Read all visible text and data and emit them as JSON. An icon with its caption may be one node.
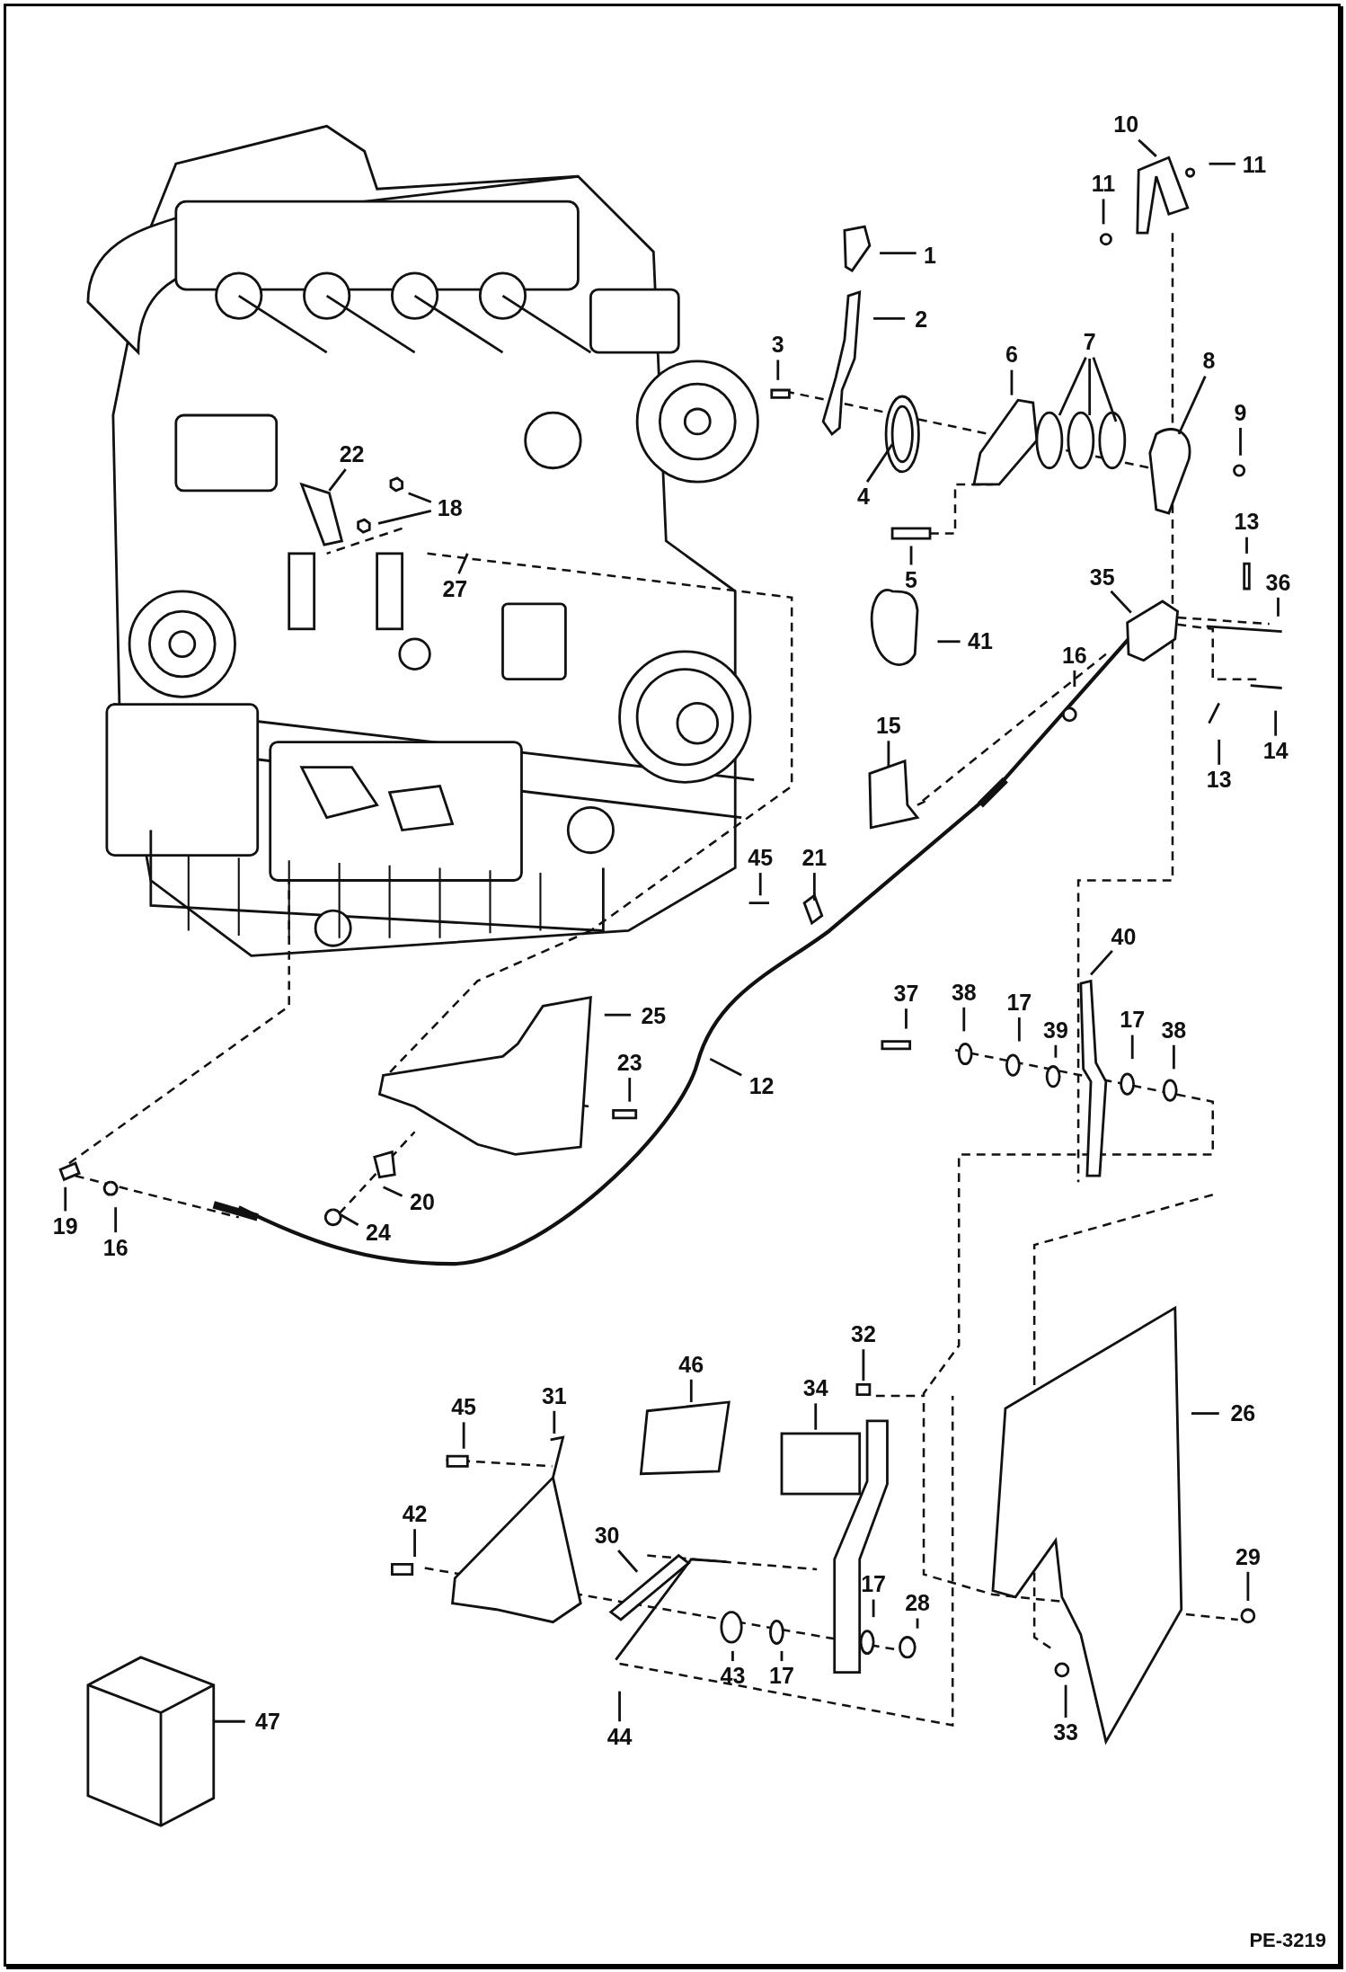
{
  "diagram": {
    "nodes": [
      {
        "text": [
          "10"
        ]
      },
      {
        "text": [
          "11"
        ]
      },
      {
        "text": [
          "1"
        ]
      },
      {
        "text": [
          "11"
        ]
      },
      {
        "text": [
          "2"
        ]
      },
      {
        "text": [
          "3"
        ]
      },
      {
        "text": [
          "7"
        ]
      },
      {
        "text": [
          "6"
        ]
      },
      {
        "text": [
          "8"
        ]
      },
      {
        "text": [
          "9"
        ]
      },
      {
        "text": [
          "22"
        ]
      },
      {
        "text": [
          "4"
        ]
      },
      {
        "text": [
          "18"
        ]
      },
      {
        "text": [
          "13"
        ]
      },
      {
        "text": [
          "5"
        ]
      },
      {
        "text": [
          "27"
        ]
      },
      {
        "text": [
          "35"
        ]
      },
      {
        "text": [
          "36"
        ]
      },
      {
        "text": [
          "41"
        ]
      },
      {
        "text": [
          "16"
        ]
      },
      {
        "text": [
          "15"
        ]
      },
      {
        "text": [
          "14"
        ]
      },
      {
        "text": [
          "13"
        ]
      },
      {
        "text": [
          "45"
        ]
      },
      {
        "text": [
          "21"
        ]
      },
      {
        "text": [
          "40"
        ]
      },
      {
        "text": [
          "37"
        ]
      },
      {
        "text": [
          "38"
        ]
      },
      {
        "text": [
          "17"
        ]
      },
      {
        "text": [
          "25"
        ]
      },
      {
        "text": [
          "39"
        ]
      },
      {
        "text": [
          "17"
        ]
      },
      {
        "text": [
          "38"
        ]
      },
      {
        "text": [
          "23"
        ]
      },
      {
        "text": [
          "12"
        ]
      },
      {
        "text": [
          "20"
        ]
      },
      {
        "text": [
          "19"
        ]
      },
      {
        "text": [
          "24"
        ]
      },
      {
        "text": [
          "16"
        ]
      },
      {
        "text": [
          "32"
        ]
      },
      {
        "text": [
          "46"
        ]
      },
      {
        "text": [
          "34"
        ]
      },
      {
        "text": [
          "31"
        ]
      },
      {
        "text": [
          "45"
        ]
      },
      {
        "text": [
          "26"
        ]
      },
      {
        "text": [
          "42"
        ]
      },
      {
        "text": [
          "30"
        ]
      },
      {
        "text": [
          "29"
        ]
      },
      {
        "text": [
          "17"
        ]
      },
      {
        "text": [
          "28"
        ]
      },
      {
        "text": [
          "43"
        ]
      },
      {
        "text": [
          "17"
        ]
      },
      {
        "text": [
          "33"
        ]
      },
      {
        "text": [
          "47"
        ]
      },
      {
        "text": [
          "44"
        ]
      }
    ],
    "edges": [
      {
        "from": 0,
        "to": null,
        "arrow": "none"
      },
      {
        "from": 1,
        "to": null,
        "arrow": "none"
      },
      {
        "from": 2,
        "to": null,
        "arrow": "none"
      },
      {
        "from": 3,
        "to": null,
        "arrow": "none"
      },
      {
        "from": 4,
        "to": null,
        "arrow": "none"
      },
      {
        "from": 5,
        "to": null,
        "arrow": "none"
      },
      {
        "from": 6,
        "to": null,
        "arrow": "none"
      },
      {
        "from": 6,
        "to": null,
        "arrow": "none"
      },
      {
        "from": 6,
        "to": null,
        "arrow": "none"
      },
      {
        "from": 7,
        "to": null,
        "arrow": "none"
      },
      {
        "from": 8,
        "to": null,
        "arrow": "none"
      },
      {
        "from": 9,
        "to": null,
        "arrow": "none"
      },
      {
        "from": 10,
        "to": null,
        "arrow": "none"
      },
      {
        "from": 11,
        "to": null,
        "arrow": "none"
      },
      {
        "from": 12,
        "to": null,
        "arrow": "none"
      },
      {
        "from": 12,
        "to": null,
        "arrow": "none"
      },
      {
        "from": 13,
        "to": null,
        "arrow": "none"
      },
      {
        "from": 14,
        "to": null,
        "arrow": "none"
      },
      {
        "from": 15,
        "to": null,
        "arrow": "none"
      },
      {
        "from": 16,
        "to": null,
        "arrow": "none"
      },
      {
        "from": 17,
        "to": null,
        "arrow": "none"
      },
      {
        "from": 18,
        "to": null,
        "arrow": "none"
      },
      {
        "from": 19,
        "to": null,
        "arrow": "none"
      },
      {
        "from": 20,
        "to": null,
        "arrow": "none"
      },
      {
        "from": 21,
        "to": null,
        "arrow": "none"
      },
      {
        "from": 22,
        "to": null,
        "arrow": "none"
      },
      {
        "from": 23,
        "to": null,
        "arrow": "none"
      },
      {
        "from": 24,
        "to": null,
        "arrow": "none"
      },
      {
        "from": 25,
        "to": null,
        "arrow": "none"
      },
      {
        "from": 26,
        "to": null,
        "arrow": "none"
      },
      {
        "from": 27,
        "to": null,
        "arrow": "none"
      },
      {
        "from": 28,
        "to": null,
        "arrow": "none"
      },
      {
        "from": 29,
        "to": null,
        "arrow": "none"
      },
      {
        "from": 30,
        "to": null,
        "arrow": "none"
      },
      {
        "from": 31,
        "to": null,
        "arrow": "none"
      },
      {
        "from": 32,
        "to": null,
        "arrow": "none"
      },
      {
        "from": 33,
        "to": null,
        "arrow": "none"
      },
      {
        "from": 34,
        "to": null,
        "arrow": "none"
      },
      {
        "from": 35,
        "to": null,
        "arrow": "none"
      },
      {
        "from": 36,
        "to": null,
        "arrow": "none"
      },
      {
        "from": 37,
        "to": null,
        "arrow": "none"
      },
      {
        "from": 38,
        "to": null,
        "arrow": "none"
      },
      {
        "from": 39,
        "to": null,
        "arrow": "none"
      },
      {
        "from": 40,
        "to": null,
        "arrow": "none"
      },
      {
        "from": 41,
        "to": null,
        "arrow": "none"
      },
      {
        "from": 42,
        "to": null,
        "arrow": "none"
      },
      {
        "from": 43,
        "to": null,
        "arrow": "none"
      },
      {
        "from": 44,
        "to": null,
        "arrow": "none"
      },
      {
        "from": 45,
        "to": null,
        "arrow": "none"
      },
      {
        "from": 46,
        "to": null,
        "arrow": "none"
      },
      {
        "from": 47,
        "to": null,
        "arrow": "none"
      },
      {
        "from": 48,
        "to": null,
        "arrow": "none"
      },
      {
        "from": 49,
        "to": null,
        "arrow": "none"
      },
      {
        "from": 50,
        "to": null,
        "arrow": "none"
      },
      {
        "from": 51,
        "to": null,
        "arrow": "none"
      },
      {
        "from": 52,
        "to": null,
        "arrow": "none"
      },
      {
        "from": 53,
        "to": null,
        "arrow": "none"
      },
      {
        "from": 54,
        "to": null,
        "arrow": "none"
      }
    ],
    "labels": [
      "PE-3219"
    ]
  }
}
